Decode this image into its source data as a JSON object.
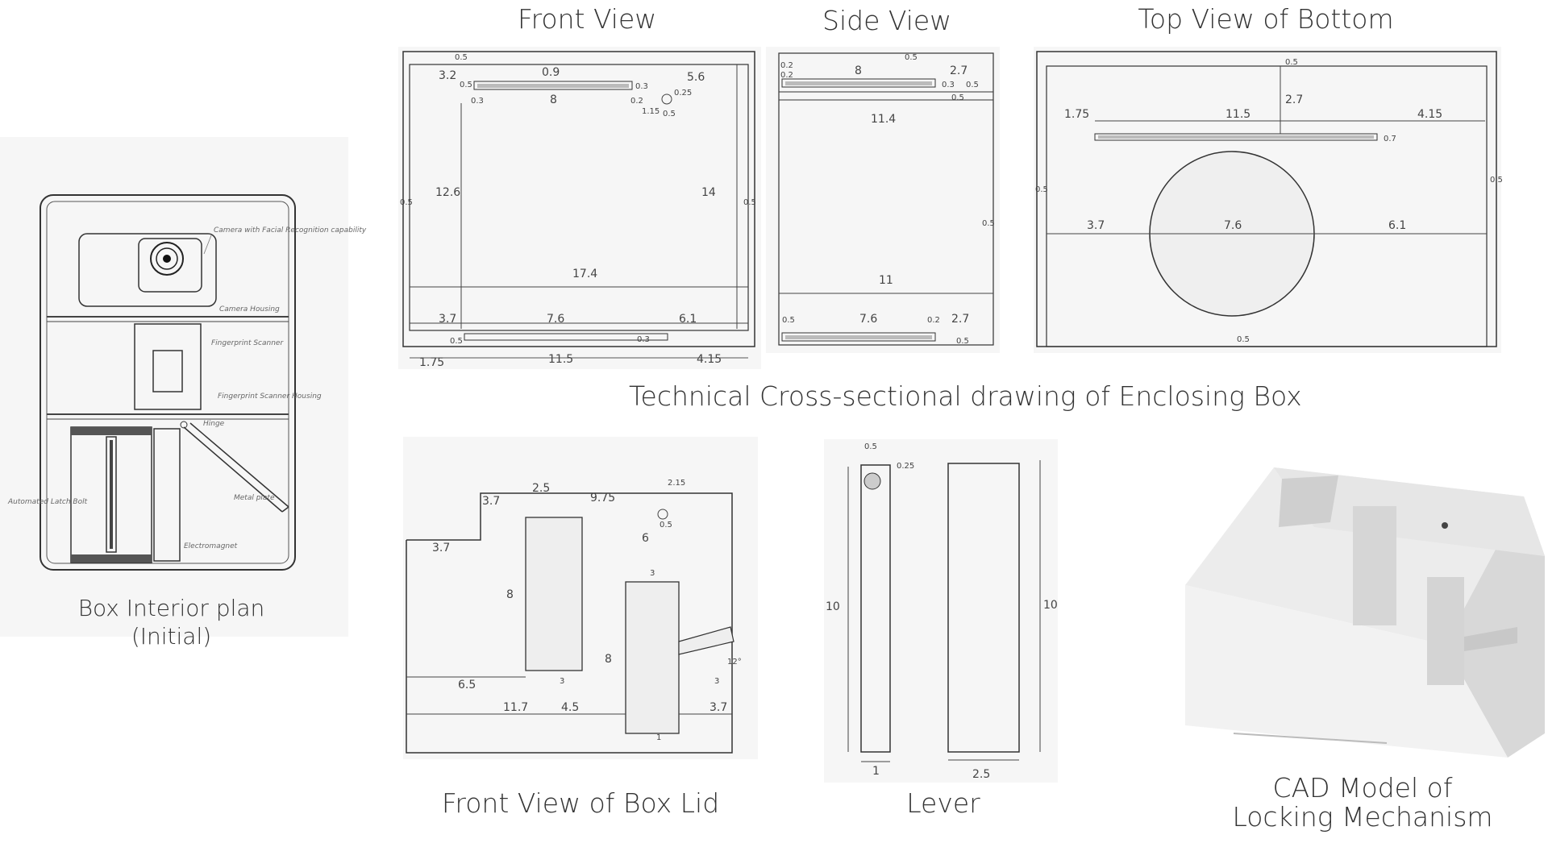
{
  "interior_plan": {
    "caption_line1": "Box Interior plan",
    "caption_line2": "(Initial)",
    "notes": {
      "camera": "Camera with Facial Recognition capability",
      "camera_housing": "Camera Housing",
      "fingerprint": "Fingerprint Scanner",
      "fingerprint_housing": "Fingerprint Scanner Housing",
      "hinge": "Hinge",
      "metal_plate": "Metal plate",
      "lock_bolt": "Automated Latch Bolt",
      "electromagnet": "Electromagnet"
    }
  },
  "cross_section": {
    "caption": "Technical Cross-sectional drawing of Enclosing Box",
    "front": {
      "title": "Front View",
      "dims": [
        "0.5",
        "3.2",
        "0.9",
        "5.6",
        "0.5",
        "0.3",
        "0.25",
        "0.3",
        "8",
        "0.2",
        "1.15",
        "0.5",
        "12.6",
        "14",
        "0.5",
        "0.5",
        "17.4",
        "3.7",
        "7.6",
        "6.1",
        "0.5",
        "0.3",
        "1.75",
        "11.5",
        "4.15"
      ]
    },
    "side": {
      "title": "Side View",
      "dims": [
        "0.5",
        "0.2",
        "8",
        "2.7",
        "0.2",
        "0.3",
        "0.5",
        "0.5",
        "11.4",
        "0.5",
        "11",
        "0.5",
        "7.6",
        "0.2",
        "2.7",
        "0.5"
      ]
    },
    "top": {
      "title": "Top View of Bottom",
      "dims": [
        "0.5",
        "2.7",
        "1.75",
        "11.5",
        "4.15",
        "0.7",
        "0.5",
        "0.5",
        "3.7",
        "7.6",
        "6.1",
        "0.5"
      ]
    }
  },
  "lid": {
    "caption": "Front View of Box Lid",
    "dims": [
      "3.7",
      "2.5",
      "9.75",
      "2.15",
      "0.5",
      "6",
      "3.7",
      "3",
      "8",
      "8",
      "12°",
      "3",
      "6.5",
      "3",
      "11.7",
      "4.5",
      "3.7",
      "1"
    ]
  },
  "lever": {
    "caption": "Lever",
    "dims": [
      "0.5",
      "0.25",
      "10",
      "10",
      "1",
      "2.5"
    ]
  },
  "cad": {
    "caption_line1": "CAD Model of",
    "caption_line2": "Locking Mechanism"
  }
}
